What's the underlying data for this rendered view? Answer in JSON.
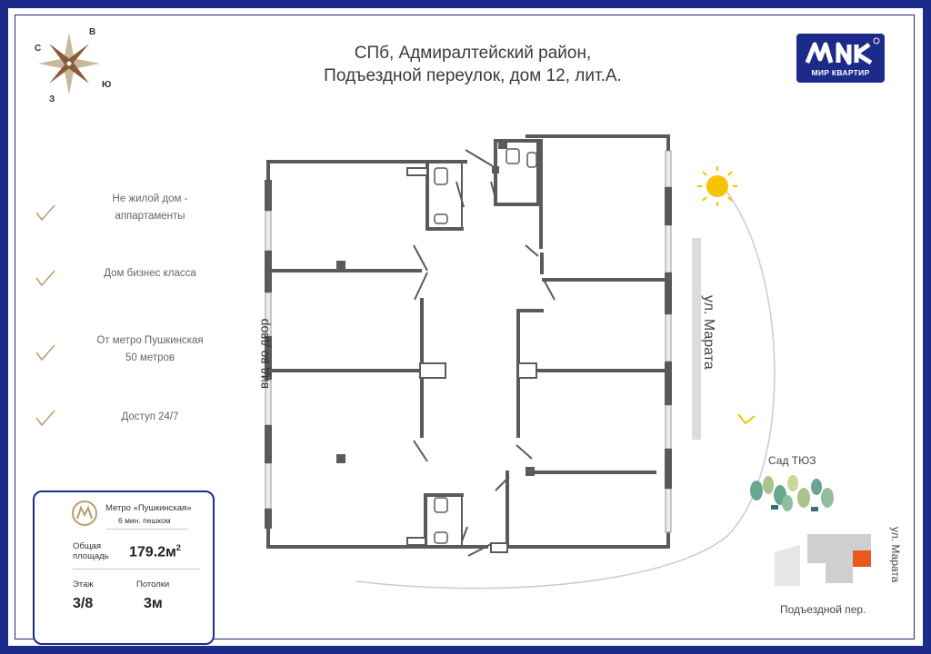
{
  "header": {
    "address_line1": "СПб, Адмиралтейский район,",
    "address_line2": "Подъездной переулок, дом 12, лит.А."
  },
  "logo": {
    "caption": "МИР КВАРТИР",
    "icon": "mir-kvartir-logo-icon"
  },
  "compass": {
    "north": "С",
    "east": "В",
    "south": "Ю",
    "west": "З"
  },
  "features": [
    {
      "line1": "Не жилой дом -",
      "line2": "аппартаменты"
    },
    {
      "line1": "Дом бизнес класса",
      "line2": ""
    },
    {
      "line1": "От метро Пушкинская",
      "line2": "50 метров"
    },
    {
      "line1": "Доступ 24/7",
      "line2": ""
    }
  ],
  "info": {
    "metro_name": "Метро «Пушкинская»",
    "metro_walk": "6 мин. пешком",
    "area_label_1": "Общая",
    "area_label_2": "площадь",
    "area_value": "179.2м",
    "area_sup": "2",
    "floor_label": "Этаж",
    "floor_value": "3/8",
    "ceiling_label": "Потолки",
    "ceiling_value": "3м"
  },
  "plan": {
    "courtyard_view": "вид во двор",
    "street_marata": "ул. Марата",
    "garden": "Сад ТЮЗ",
    "map_street_marata": "ул. Марата",
    "map_lane": "Подъездной пер."
  },
  "colors": {
    "brand": "#1c2a8a",
    "wall": "#5a5a5a",
    "sun": "#f5c400",
    "highlight": "#e8591e",
    "check": "#b7a06a"
  }
}
